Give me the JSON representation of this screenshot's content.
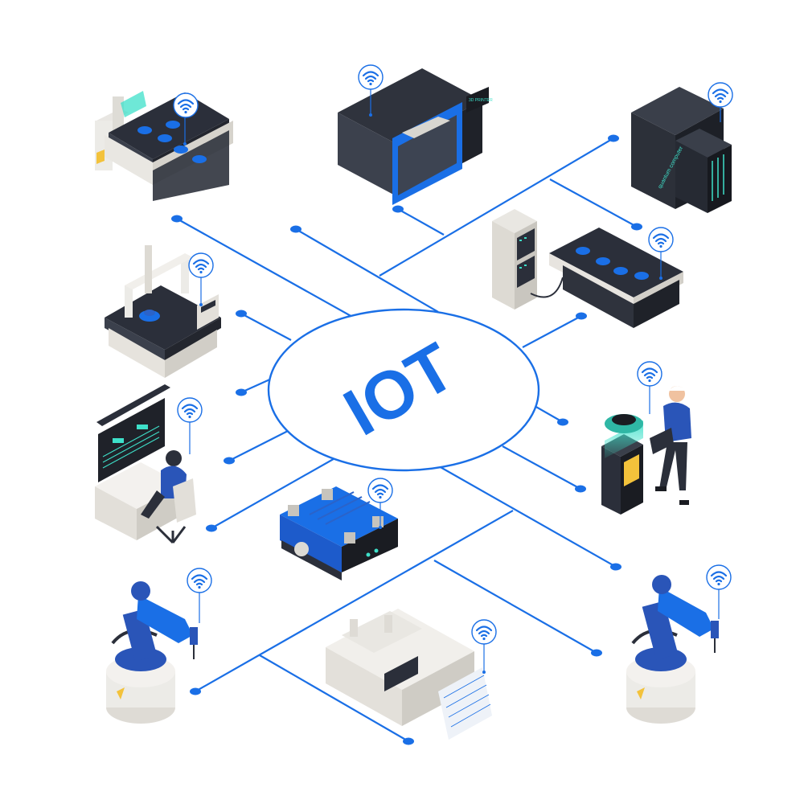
{
  "hub": {
    "label": "IOT"
  },
  "colors": {
    "accent": "#1a6fe6",
    "dark": "#2b2f3a",
    "light": "#e7e4df",
    "teal": "#3ee0c9"
  },
  "devices": [
    {
      "name": "conveyor-belt-left",
      "icon": "wifi-icon"
    },
    {
      "name": "3d-printer",
      "icon": "wifi-icon",
      "screen_label": "3D PRINTER"
    },
    {
      "name": "quantum-computer",
      "icon": "wifi-icon",
      "side_label": "quantum computer"
    },
    {
      "name": "coordinate-measuring-machine",
      "icon": "wifi-icon"
    },
    {
      "name": "server-conveyor",
      "icon": "wifi-icon"
    },
    {
      "name": "control-room-operator",
      "icon": "wifi-icon"
    },
    {
      "name": "hologram-engineer",
      "icon": "wifi-icon"
    },
    {
      "name": "agv-robot",
      "icon": "wifi-icon"
    },
    {
      "name": "robot-arm-left",
      "icon": "wifi-icon"
    },
    {
      "name": "pcb-printer",
      "icon": "wifi-icon"
    },
    {
      "name": "robot-arm-right",
      "icon": "wifi-icon"
    }
  ]
}
